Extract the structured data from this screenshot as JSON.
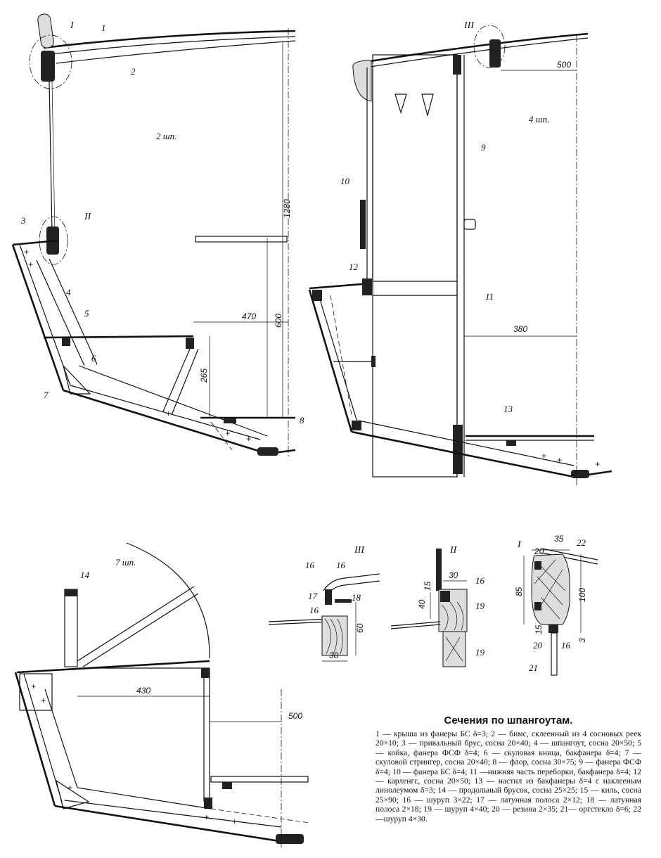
{
  "sections": {
    "frame2": "2 шп.",
    "frame4": "4 шп.",
    "frame7": "7 шп."
  },
  "details": {
    "d1": "I",
    "d2": "II",
    "d3": "III"
  },
  "part_numbers": [
    "1",
    "2",
    "3",
    "4",
    "5",
    "6",
    "7",
    "8",
    "9",
    "10",
    "11",
    "12",
    "13",
    "14",
    "16",
    "17",
    "18",
    "19",
    "20",
    "21",
    "22"
  ],
  "dimensions": {
    "frame2": [
      "1280",
      "600",
      "470",
      "265"
    ],
    "frame4": [
      "500",
      "380"
    ],
    "frame7": [
      "430",
      "500"
    ],
    "detailIII": [
      "60",
      "30"
    ],
    "detailII": [
      "30",
      "15",
      "40"
    ],
    "detailI": [
      "35",
      "20",
      "85",
      "100",
      "15",
      "3"
    ]
  },
  "caption": {
    "title": "Сечения по шпангоутам.",
    "body": "1 — крыша из фанеры БС δ=3; 2 — бимс, склеенный из 4 сосновых реек 20×10; 3 — привальный брус, сосна 20×40; 4 — шпангоут, сосна 20×50; 5 — койка, фанера ФСФ δ=4; 6 — скуловая кница, бакфанера δ=4; 7 — скуловой стрингер, сосна 20×40; 8 — флор, сосна 30×75; 9 — фанера ФСФ δ=4; 10 — фанера БС δ=4; 11 —нижняя часть переборки, бакфанера δ=4; 12 — карленгс, сосна 20×50; 13 — настил из бакфанеры δ=4 с наклееным линолеумом δ=3; 14 — продольный брусок, сосна 25×25; 15 — киль, сосна 25×90; 16 — шуруп 3×22; 17 — латунная полоса 2×12; 18 — латунная полоса 2×18; 19 — шуруп 4×40; 20 — резина 2×35; 21— оргстекло δ=6; 22—шуруп 4×30."
  }
}
